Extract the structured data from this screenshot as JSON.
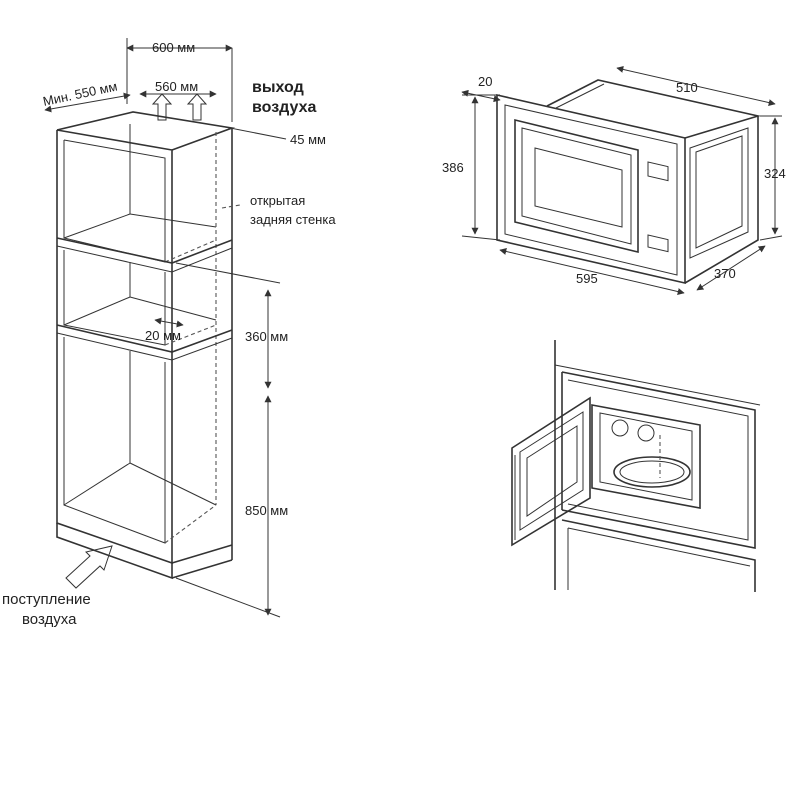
{
  "labels": {
    "min_depth": "Мин. 550 мм",
    "width_600": "600 мм",
    "width_560": "560 мм",
    "air_out_line1": "выход",
    "air_out_line2": "воздуха",
    "gap_45": "45 мм",
    "open_back_line1": "открытая",
    "open_back_line2": "задняя стенка",
    "gap_20": "20 мм",
    "height_360": "360 мм",
    "height_850": "850 мм",
    "air_in_line1": "поступление",
    "air_in_line2": "воздуха"
  },
  "microwave_dims": {
    "front_depth": "20",
    "top_width": "510",
    "front_height": "386",
    "side_height": "324",
    "front_width": "595",
    "body_depth": "370"
  }
}
